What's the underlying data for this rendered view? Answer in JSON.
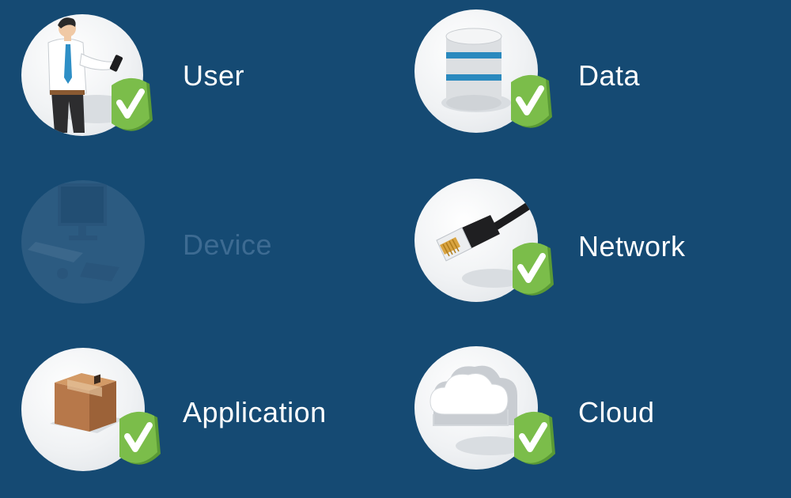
{
  "items": [
    {
      "id": "user",
      "label": "User",
      "status": "verified"
    },
    {
      "id": "data",
      "label": "Data",
      "status": "verified"
    },
    {
      "id": "device",
      "label": "Device",
      "status": "disabled"
    },
    {
      "id": "network",
      "label": "Network",
      "status": "verified"
    },
    {
      "id": "application",
      "label": "Application",
      "status": "verified"
    },
    {
      "id": "cloud",
      "label": "Cloud",
      "status": "verified"
    }
  ],
  "icons": [
    "user-icon",
    "database-icon",
    "computer-icon",
    "ethernet-cable-icon",
    "package-box-icon",
    "cloud-icon",
    "check-badge-icon"
  ],
  "colors": {
    "background": "#154a73",
    "label_active": "#ffffff",
    "label_disabled": "#3d6b92",
    "check_green": "#7bbd4a",
    "check_green_dark": "#5a9a35"
  }
}
